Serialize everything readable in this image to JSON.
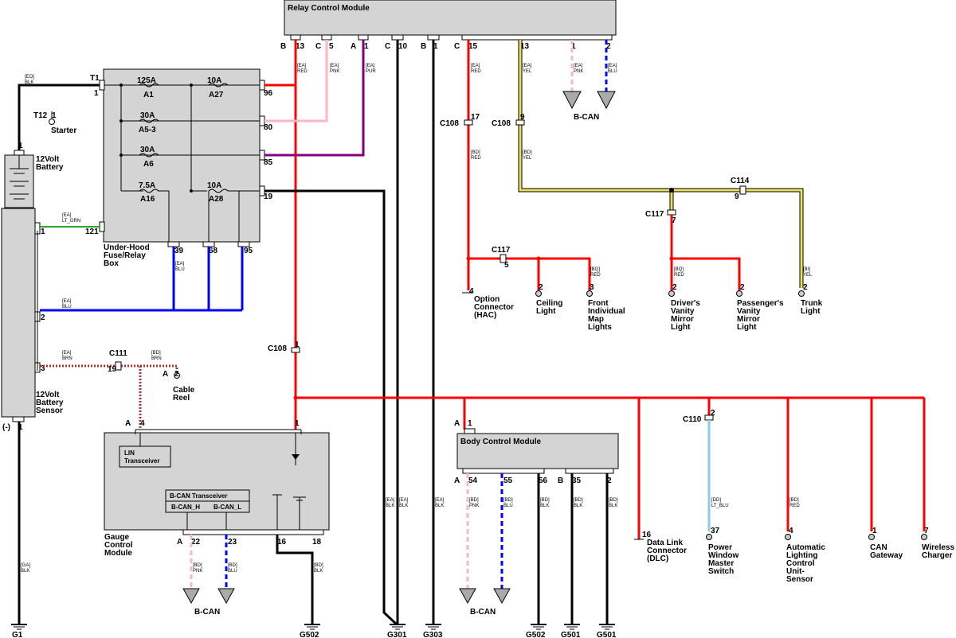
{
  "relay_module": {
    "title": "Relay Control Module",
    "pins": [
      {
        "c": "B",
        "p": "13"
      },
      {
        "c": "C",
        "p": "5"
      },
      {
        "c": "A",
        "p": "1"
      },
      {
        "c": "C",
        "p": "10"
      },
      {
        "c": "B",
        "p": "1"
      },
      {
        "c": "C",
        "p": "15"
      },
      {
        "p": "13"
      },
      {
        "p": "1"
      },
      {
        "p": "2"
      }
    ]
  },
  "fuse_box": {
    "label1": "Under-Hood",
    "label2": "Fuse/Relay",
    "label3": "Box",
    "fuses": [
      {
        "a": "125A",
        "n": "A1"
      },
      {
        "a": "10A",
        "n": "A27"
      },
      {
        "a": "30A",
        "n": "A5-3"
      },
      {
        "a": "30A",
        "n": "A6"
      },
      {
        "a": "7.5A",
        "n": "A16"
      },
      {
        "a": "10A",
        "n": "A28"
      }
    ],
    "pins": {
      "t1": "T1",
      "t1p": "1",
      "p96": "96",
      "p80": "80",
      "p85": "85",
      "p19": "19",
      "p121": "121",
      "p39": "39",
      "p68": "68",
      "p95": "95"
    }
  },
  "battery": {
    "label1": "12Volt",
    "label2": "Battery",
    "pin": "1"
  },
  "battery_sensor": {
    "label1": "12Volt",
    "label2": "Battery",
    "label3": "Sensor",
    "pins": {
      "p1": "1",
      "p2": "2",
      "p3": "3",
      "neg": "(-)",
      "p1b": "1"
    }
  },
  "starter": {
    "conn": "T12",
    "pin": "1",
    "label": "Starter"
  },
  "cable_reel": {
    "conn": "A",
    "pin": "2",
    "label1": "Cable",
    "label2": "Reel"
  },
  "c111": {
    "conn": "C111",
    "pin": "19"
  },
  "c108_main": {
    "conn": "C108",
    "pin": "1"
  },
  "gauge": {
    "label1": "Gauge",
    "label2": "Control",
    "label3": "Module",
    "lin": "LIN",
    "lin2": "Transceiver",
    "bcan": "B-CAN Transceiver",
    "bcan_h": "B-CAN_H",
    "bcan_l": "B-CAN_L",
    "pins": {
      "a": "A",
      "p4": "4",
      "p1": "1",
      "a2": "A",
      "p22": "22",
      "p23": "23",
      "p16": "16",
      "p18": "18"
    }
  },
  "bcm": {
    "title": "Body Control Module",
    "pins": {
      "a": "A",
      "p1": "1",
      "a2": "A",
      "p54": "54",
      "p55": "55",
      "p56": "56",
      "b": "B",
      "p35": "35",
      "p2": "2"
    }
  },
  "wire_labels": {
    "eo_blk": [
      "[EO]",
      "BLK"
    ],
    "ea_red": [
      "[EA]",
      "RED"
    ],
    "ea_pnk": [
      "[EA]",
      "PNK"
    ],
    "ea_pur": [
      "[EA]",
      "PUR"
    ],
    "ea_yel": [
      "[EA]",
      "YEL"
    ],
    "ea_blu": [
      "[EA]",
      "BLU"
    ],
    "ea_ltgrn": [
      "[EA]",
      "LT_GRN"
    ],
    "ea_brn": [
      "[EA]",
      "BRN"
    ],
    "bd_brn": [
      "[BD]",
      "BRN"
    ],
    "bd_red": [
      "[BD]",
      "RED"
    ],
    "bd_yel": [
      "[BD]",
      "YEL"
    ],
    "bq_red": [
      "[BQ]",
      "RED"
    ],
    "bi_yel": [
      "[BI]",
      "YEL"
    ],
    "ea_blk": [
      "[EA]",
      "BLK"
    ],
    "ga_blk": [
      "[GA]",
      "BLK"
    ],
    "bd_pnk": [
      "[BD]",
      "PNK"
    ],
    "bd_blu": [
      "[BD]",
      "BLU"
    ],
    "bd_blk": [
      "[BD]",
      "BLK"
    ],
    "dd_ltblu": [
      "[DD]",
      "LT_BLU"
    ]
  },
  "connectors": {
    "c108a": {
      "conn": "C108",
      "pin": "17"
    },
    "c108b": {
      "conn": "C108",
      "pin": "9"
    },
    "c114": {
      "conn": "C114",
      "pin": "9"
    },
    "c117a": {
      "conn": "C117",
      "pin": "7"
    },
    "c117b": {
      "conn": "C117",
      "pin": "5"
    },
    "c110": {
      "conn": "C110",
      "pin": "2"
    }
  },
  "loads": [
    {
      "pin": "4",
      "l": [
        "Option",
        "Connector",
        "(HAC)"
      ]
    },
    {
      "pin": "2",
      "l": [
        "Ceiling",
        "Light"
      ]
    },
    {
      "pin": "3",
      "l": [
        "Front",
        "Individual",
        "Map",
        "Lights"
      ]
    },
    {
      "pin": "2",
      "l": [
        "Driver's",
        "Vanity",
        "Mirror",
        "Light"
      ]
    },
    {
      "pin": "2",
      "l": [
        "Passenger's",
        "Vanity",
        "Mirror",
        "Light"
      ]
    },
    {
      "pin": "2",
      "l": [
        "Trunk",
        "Light"
      ]
    },
    {
      "pin": "16",
      "l": [
        "Data Link",
        "Connector",
        "(DLC)"
      ]
    },
    {
      "pin": "37",
      "l": [
        "Power",
        "Window",
        "Master",
        "Switch"
      ]
    },
    {
      "pin": "4",
      "l": [
        "Automatic",
        "Lighting",
        "Control",
        "Unit-",
        "Sensor"
      ]
    },
    {
      "pin": "1",
      "l": [
        "CAN",
        "Gateway"
      ]
    },
    {
      "pin": "7",
      "l": [
        "Wireless",
        "Charger"
      ]
    }
  ],
  "bcan": {
    "top": "B-CAN",
    "gauge": "B-CAN",
    "bcm": "B-CAN"
  },
  "grounds": [
    "G1",
    "G502",
    "G301",
    "G303",
    "G502",
    "G501",
    "G501"
  ]
}
